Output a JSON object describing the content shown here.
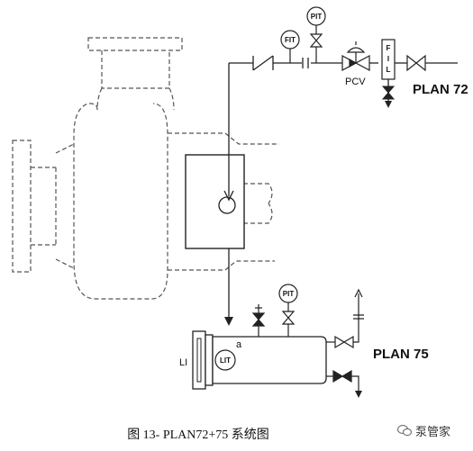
{
  "diagram": {
    "plan72_label": "PLAN 72",
    "plan75_label": "PLAN 75",
    "pcv_label": "PCV",
    "fil_label": "FIL",
    "fit_label": "FIT",
    "pit_top_label": "PIT",
    "pit_bottom_label": "PIT",
    "lit_label": "LIT",
    "li_label": "LI",
    "note_a": "a"
  },
  "caption": "图 13- PLAN72+75 系统图",
  "watermark": "泵管家",
  "colors": {
    "line": "#222222",
    "dashed": "#555555",
    "background": "#ffffff"
  }
}
